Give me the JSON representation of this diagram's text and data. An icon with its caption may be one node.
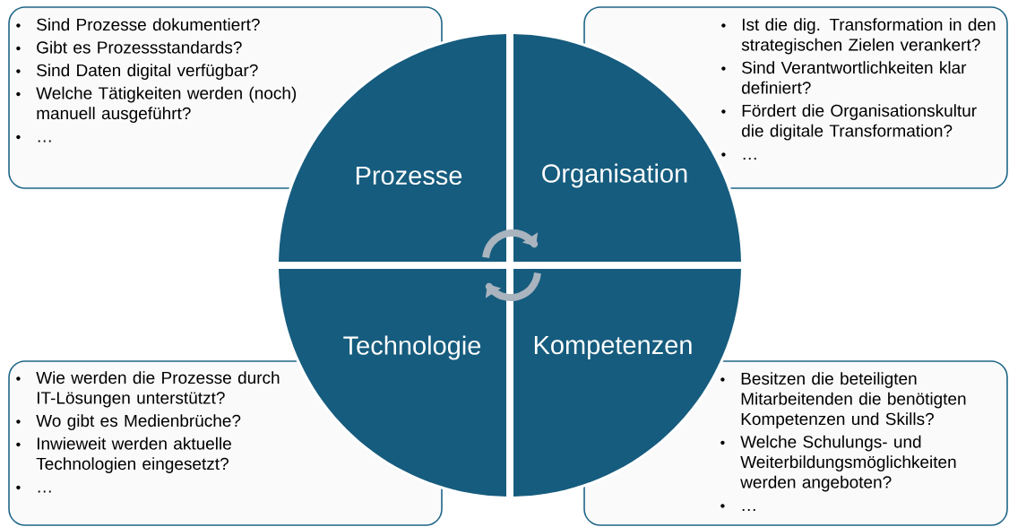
{
  "diagram": {
    "nodes": [
      {
        "text": [
          "Prozesse"
        ]
      },
      {
        "text": [
          "Organisation"
        ]
      },
      {
        "text": [
          "Technologie"
        ]
      },
      {
        "text": [
          "Kompetenzen"
        ]
      },
      {
        "text": [
          "Sind Prozesse dokumentiert?",
          "Gibt es Prozessstandards?",
          "Sind Daten digital verfügbar?",
          "Welche Tätigkeiten werden (noch) manuell ausgeführt?",
          "…"
        ]
      },
      {
        "text": [
          "Ist die dig. Transformation in den strategischen Zielen verankert?",
          "Sind Verantwortlichkeiten klar definiert?",
          "Fördert die Organisationskultur die digitale Transformation?",
          "…"
        ]
      },
      {
        "text": [
          "Wie werden die Prozesse durch IT-Lösungen unterstützt?",
          "Wo gibt es Medienbrüche?",
          "Inwieweit werden aktuelle Technologien eingesetzt?",
          "…"
        ]
      },
      {
        "text": [
          "Besitzen die beteiligten Mitarbeitenden die benötigten Kompetenzen und Skills?",
          "Welche Schulungs- und Weiterbildungsmöglichkeiten werden angeboten?",
          "…"
        ]
      }
    ]
  }
}
